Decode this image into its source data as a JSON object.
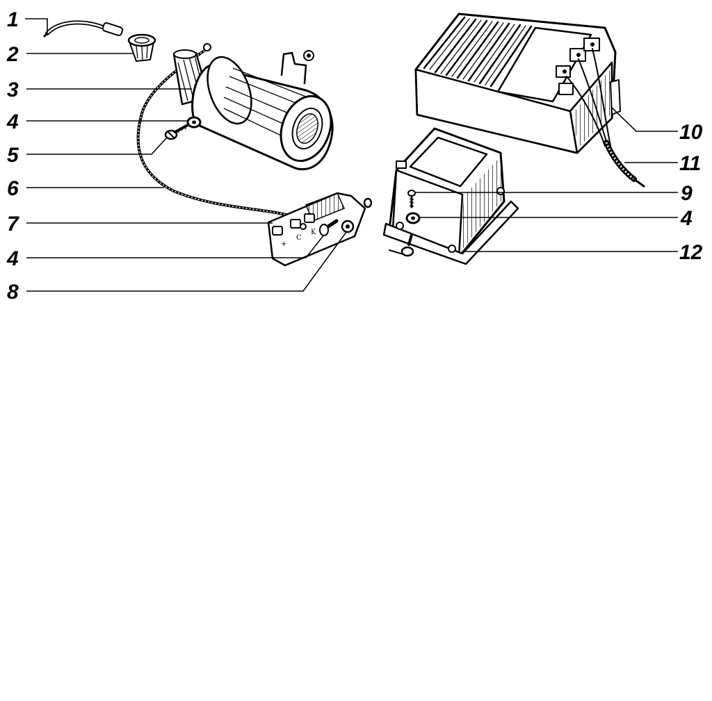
{
  "diagram": {
    "callouts_left": [
      {
        "id": "c1",
        "label": "1"
      },
      {
        "id": "c2",
        "label": "2"
      },
      {
        "id": "c3",
        "label": "3"
      },
      {
        "id": "c4a",
        "label": "4"
      },
      {
        "id": "c5",
        "label": "5"
      },
      {
        "id": "c6",
        "label": "6"
      },
      {
        "id": "c7",
        "label": "7"
      },
      {
        "id": "c4b",
        "label": "4"
      },
      {
        "id": "c8",
        "label": "8"
      }
    ],
    "callouts_right": [
      {
        "id": "c10",
        "label": "10"
      },
      {
        "id": "c11",
        "label": "11"
      },
      {
        "id": "c9",
        "label": "9"
      },
      {
        "id": "c4c",
        "label": "4"
      },
      {
        "id": "c12",
        "label": "12"
      }
    ],
    "terminal_marks": {
      "plus": "+",
      "c": "C",
      "k": "K"
    }
  }
}
